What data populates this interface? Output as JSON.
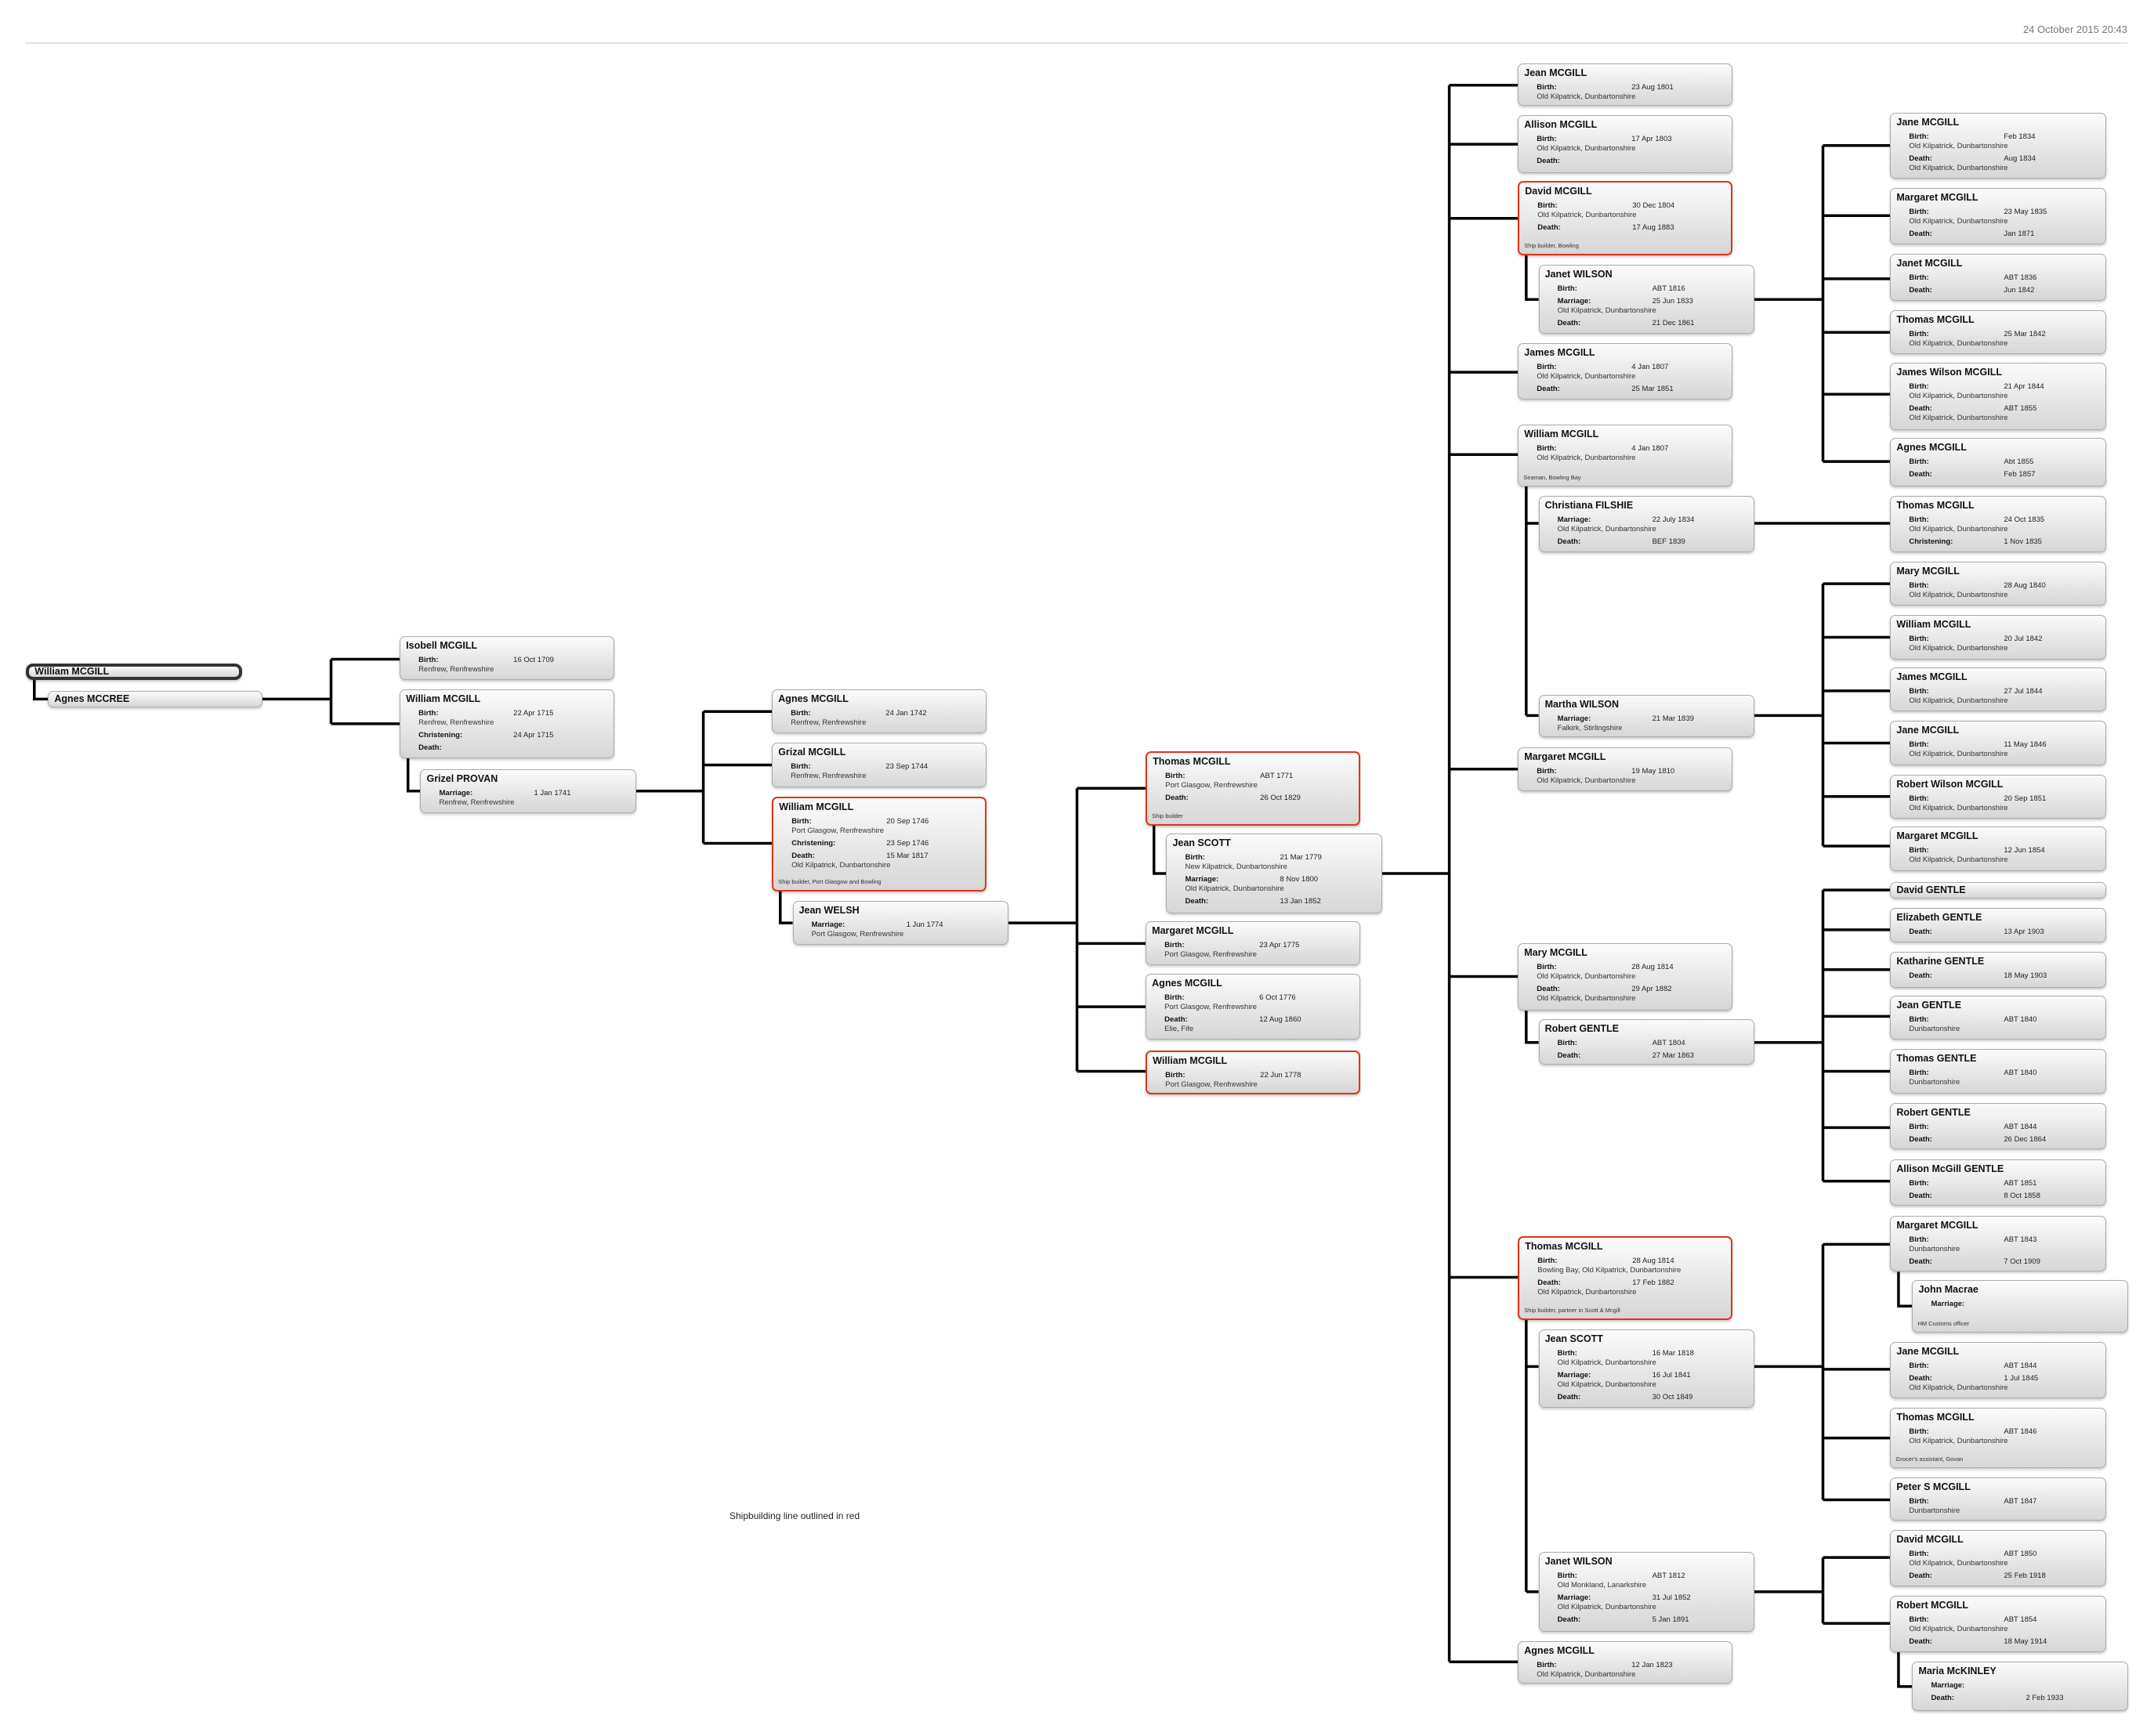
{
  "header": {
    "date": "24 October 2015 20:43"
  },
  "caption": "Shipbuilding line outlined in red",
  "colors": {
    "shipbuilding_outline": "#e0341c",
    "root_outline": "#333333",
    "connector": "#000000"
  },
  "people": [
    {
      "name": "William MCGILL",
      "root": true,
      "events": []
    },
    {
      "name": "Agnes MCCREE",
      "events": []
    },
    {
      "name": "Isobell MCGILL",
      "events": [
        {
          "label": "Birth:",
          "date": "16 Oct 1709",
          "place": "Renfrew, Renfrewshire"
        }
      ]
    },
    {
      "name": "William MCGILL",
      "events": [
        {
          "label": "Birth:",
          "date": "22 Apr 1715",
          "place": "Renfrew, Renfrewshire"
        },
        {
          "label": "Christening:",
          "date": "24 Apr 1715"
        },
        {
          "label": "Death:"
        }
      ]
    },
    {
      "name": "Grizel PROVAN",
      "events": [
        {
          "label": "Marriage:",
          "date": "1 Jan 1741",
          "place": "Renfrew, Renfrewshire"
        }
      ]
    },
    {
      "name": "Agnes MCGILL",
      "events": [
        {
          "label": "Birth:",
          "date": "24 Jan 1742",
          "place": "Renfrew, Renfrewshire"
        }
      ]
    },
    {
      "name": "Grizal MCGILL",
      "events": [
        {
          "label": "Birth:",
          "date": "23 Sep 1744",
          "place": "Renfrew, Renfrewshire"
        }
      ]
    },
    {
      "name": "William MCGILL",
      "shipbuilding": true,
      "events": [
        {
          "label": "Birth:",
          "date": "20 Sep 1746",
          "place": "Port Glasgow, Renfrewshire"
        },
        {
          "label": "Christening:",
          "date": "23 Sep 1746"
        },
        {
          "label": "Death:",
          "date": "15 Mar 1817",
          "place": "Old Kilpatrick, Dunbartonshire"
        }
      ],
      "note": "Ship builder, Port Glasgow and Bowling"
    },
    {
      "name": "Jean WELSH",
      "events": [
        {
          "label": "Marriage:",
          "date": "1 Jun 1774",
          "place": "Port Glasgow, Renfrewshire"
        }
      ]
    },
    {
      "name": "Thomas MCGILL",
      "shipbuilding": true,
      "events": [
        {
          "label": "Birth:",
          "date": "ABT 1771",
          "place": "Port Glasgow, Renfrewshire"
        },
        {
          "label": "Death:",
          "date": "26 Oct 1829"
        }
      ],
      "note": "Ship builder"
    },
    {
      "name": "Jean SCOTT",
      "events": [
        {
          "label": "Birth:",
          "date": "21 Mar 1779",
          "place": "New Kilpatrick, Dunbartonshire"
        },
        {
          "label": "Marriage:",
          "date": "8 Nov 1800",
          "place": "Old Kilpatrick, Dunbartonshire"
        },
        {
          "label": "Death:",
          "date": "13 Jan 1852"
        }
      ]
    },
    {
      "name": "Margaret MCGILL",
      "events": [
        {
          "label": "Birth:",
          "date": "23 Apr 1775",
          "place": "Port Glasgow, Renfrewshire"
        }
      ]
    },
    {
      "name": "Agnes MCGILL",
      "events": [
        {
          "label": "Birth:",
          "date": "6 Oct 1776",
          "place": "Port Glasgow, Renfrewshire"
        },
        {
          "label": "Death:",
          "date": "12 Aug 1860",
          "place": "Elie, Fife"
        }
      ]
    },
    {
      "name": "William MCGILL",
      "shipbuilding": true,
      "events": [
        {
          "label": "Birth:",
          "date": "22 Jun 1778",
          "place": "Port Glasgow, Renfrewshire"
        }
      ]
    },
    {
      "name": "Jean MCGILL",
      "events": [
        {
          "label": "Birth:",
          "date": "23 Aug 1801",
          "place": "Old Kilpatrick, Dunbartonshire"
        }
      ]
    },
    {
      "name": "Allison MCGILL",
      "events": [
        {
          "label": "Birth:",
          "date": "17 Apr 1803",
          "place": "Old Kilpatrick, Dunbartonshire"
        },
        {
          "label": "Death:"
        }
      ]
    },
    {
      "name": "David MCGILL",
      "shipbuilding": true,
      "events": [
        {
          "label": "Birth:",
          "date": "30 Dec 1804",
          "place": "Old Kilpatrick, Dunbartonshire"
        },
        {
          "label": "Death:",
          "date": "17 Aug 1883"
        }
      ],
      "note": "Ship builder, Bowling"
    },
    {
      "name": "Janet WILSON",
      "events": [
        {
          "label": "Birth:",
          "date": "ABT 1816"
        },
        {
          "label": "Marriage:",
          "date": "25 Jun 1833",
          "place": "Old Kilpatrick, Dunbartonshire"
        },
        {
          "label": "Death:",
          "date": "21 Dec 1861"
        }
      ]
    },
    {
      "name": "James MCGILL",
      "events": [
        {
          "label": "Birth:",
          "date": "4 Jan 1807",
          "place": "Old Kilpatrick, Dunbartonshire"
        },
        {
          "label": "Death:",
          "date": "25 Mar 1851"
        }
      ]
    },
    {
      "name": "William MCGILL",
      "events": [
        {
          "label": "Birth:",
          "date": "4 Jan 1807",
          "place": "Old Kilpatrick, Dunbartonshire"
        }
      ],
      "note": "Seaman, Bowling Bay"
    },
    {
      "name": "Christiana FILSHIE",
      "events": [
        {
          "label": "Marriage:",
          "date": "22 July 1834",
          "place": "Old Kilpatrick, Dunbartonshire"
        },
        {
          "label": "Death:",
          "date": "BEF 1839"
        }
      ]
    },
    {
      "name": "Martha WILSON",
      "events": [
        {
          "label": "Marriage:",
          "date": "21 Mar 1839",
          "place": "Falkirk, Stirlingshire"
        }
      ]
    },
    {
      "name": "Margaret MCGILL",
      "events": [
        {
          "label": "Birth:",
          "date": "19 May 1810",
          "place": "Old Kilpatrick, Dunbartonshire"
        }
      ]
    },
    {
      "name": "Mary MCGILL",
      "events": [
        {
          "label": "Birth:",
          "date": "28 Aug 1814",
          "place": "Old Kilpatrick, Dunbartonshire"
        },
        {
          "label": "Death:",
          "date": "29 Apr 1882",
          "place": "Old Kilpatrick, Dunbartonshire"
        }
      ]
    },
    {
      "name": "Robert GENTLE",
      "events": [
        {
          "label": "Birth:",
          "date": "ABT 1804"
        },
        {
          "label": "Death:",
          "date": "27 Mar 1863"
        }
      ]
    },
    {
      "name": "Thomas MCGILL",
      "shipbuilding": true,
      "events": [
        {
          "label": "Birth:",
          "date": "28 Aug 1814",
          "place": "Bowling Bay, Old Kilpatrick, Dunbartonshire"
        },
        {
          "label": "Death:",
          "date": "17 Feb 1882",
          "place": "Old Kilpatrick, Dunbartonshire"
        }
      ],
      "note": "Ship builder, partner in Scott & Mcgill"
    },
    {
      "name": "Jean SCOTT",
      "events": [
        {
          "label": "Birth:",
          "date": "16 Mar 1818",
          "place": "Old Kilpatrick, Dunbartonshire"
        },
        {
          "label": "Marriage:",
          "date": "16 Jul 1841",
          "place": "Old Kilpatrick, Dunbartonshire"
        },
        {
          "label": "Death:",
          "date": "30 Oct 1849"
        }
      ]
    },
    {
      "name": "Janet WILSON",
      "events": [
        {
          "label": "Birth:",
          "date": "ABT 1812",
          "place": "Old Monkland, Lanarkshire"
        },
        {
          "label": "Marriage:",
          "date": "31 Jul 1852",
          "place": "Old Kilpatrick, Dunbartonshire"
        },
        {
          "label": "Death:",
          "date": "5 Jan 1891"
        }
      ]
    },
    {
      "name": "Agnes MCGILL",
      "events": [
        {
          "label": "Birth:",
          "date": "12 Jan 1823",
          "place": "Old Kilpatrick, Dunbartonshire"
        }
      ]
    },
    {
      "name": "Jane MCGILL",
      "events": [
        {
          "label": "Birth:",
          "date": "Feb 1834",
          "place": "Old Kilpatrick, Dunbartonshire"
        },
        {
          "label": "Death:",
          "date": "Aug 1834",
          "place": "Old Kilpatrick, Dunbartonshire"
        }
      ]
    },
    {
      "name": "Margaret MCGILL",
      "events": [
        {
          "label": "Birth:",
          "date": "23 May 1835",
          "place": "Old Kilpatrick, Dunbartonshire"
        },
        {
          "label": "Death:",
          "date": "Jan 1871"
        }
      ]
    },
    {
      "name": "Janet  MCGILL",
      "events": [
        {
          "label": "Birth:",
          "date": "ABT 1836"
        },
        {
          "label": "Death:",
          "date": "Jun 1842"
        }
      ]
    },
    {
      "name": "Thomas MCGILL",
      "events": [
        {
          "label": "Birth:",
          "date": "25 Mar 1842",
          "place": "Old Kilpatrick, Dunbartonshire"
        }
      ]
    },
    {
      "name": "James Wilson MCGILL",
      "events": [
        {
          "label": "Birth:",
          "date": "21 Apr 1844",
          "place": "Old Kilpatrick, Dunbartonshire"
        },
        {
          "label": "Death:",
          "date": "ABT 1855",
          "place": "Old Kilpatrick, Dunbartonshire"
        }
      ]
    },
    {
      "name": "Agnes MCGILL",
      "events": [
        {
          "label": "Birth:",
          "date": "Abt 1855"
        },
        {
          "label": "Death:",
          "date": "Feb 1857"
        }
      ]
    },
    {
      "name": "Thomas MCGILL",
      "events": [
        {
          "label": "Birth:",
          "date": "24 Oct 1835",
          "place": "Old Kilpatrick, Dunbartonshire"
        },
        {
          "label": "Christening:",
          "date": "1 Nov 1835"
        }
      ]
    },
    {
      "name": "Mary  MCGILL",
      "events": [
        {
          "label": "Birth:",
          "date": "28 Aug 1840",
          "place": "Old Kilpatrick, Dunbartonshire"
        }
      ]
    },
    {
      "name": "William MCGILL",
      "events": [
        {
          "label": "Birth:",
          "date": "20 Jul 1842",
          "place": "Old Kilpatrick, Dunbartonshire"
        }
      ]
    },
    {
      "name": "James MCGILL",
      "events": [
        {
          "label": "Birth:",
          "date": "27 Jul 1844",
          "place": "Old Kilpatrick, Dunbartonshire"
        }
      ]
    },
    {
      "name": "Jane MCGILL",
      "events": [
        {
          "label": "Birth:",
          "date": "11 May 1846",
          "place": "Old Kilpatrick, Dunbartonshire"
        }
      ]
    },
    {
      "name": "Robert Wilson MCGILL",
      "events": [
        {
          "label": "Birth:",
          "date": "20 Sep 1851",
          "place": "Old Kilpatrick, Dunbartonshire"
        }
      ]
    },
    {
      "name": "Margaret MCGILL",
      "events": [
        {
          "label": "Birth:",
          "date": "12 Jun 1854",
          "place": "Old Kilpatrick, Dunbartonshire"
        }
      ]
    },
    {
      "name": "David GENTLE",
      "events": []
    },
    {
      "name": "Elizabeth GENTLE",
      "events": [
        {
          "label": "Death:",
          "date": "13 Apr 1903"
        }
      ]
    },
    {
      "name": "Katharine GENTLE",
      "events": [
        {
          "label": "Death:",
          "date": "18 May 1903"
        }
      ]
    },
    {
      "name": "Jean GENTLE",
      "events": [
        {
          "label": "Birth:",
          "date": "ABT 1840",
          "place": "Dunbartonshire"
        }
      ]
    },
    {
      "name": "Thomas GENTLE",
      "events": [
        {
          "label": "Birth:",
          "date": "ABT 1840",
          "place": "Dunbartonshire"
        }
      ]
    },
    {
      "name": "Robert GENTLE",
      "events": [
        {
          "label": "Birth:",
          "date": "ABT 1844"
        },
        {
          "label": "Death:",
          "date": "26 Dec 1864"
        }
      ]
    },
    {
      "name": "Allison McGill GENTLE",
      "events": [
        {
          "label": "Birth:",
          "date": "ABT 1851"
        },
        {
          "label": "Death:",
          "date": "8 Oct 1858"
        }
      ]
    },
    {
      "name": "Margaret MCGILL",
      "events": [
        {
          "label": "Birth:",
          "date": "ABT 1843",
          "place": "Dunbartonshire"
        },
        {
          "label": "Death:",
          "date": "7 Oct 1909"
        }
      ]
    },
    {
      "name": "John Macrae",
      "events": [
        {
          "label": "Marriage:"
        }
      ],
      "note": "HM Customs officer"
    },
    {
      "name": "Jane MCGILL",
      "events": [
        {
          "label": "Birth:",
          "date": "ABT 1844"
        },
        {
          "label": "Death:",
          "date": "1 Jul 1845",
          "place": "Old Kilpatrick, Dunbartonshire"
        }
      ]
    },
    {
      "name": "Thomas MCGILL",
      "events": [
        {
          "label": "Birth:",
          "date": "ABT 1846",
          "place": "Old Kilpatrick, Dunbartonshire"
        }
      ],
      "note": "Grocer's assistant, Govan"
    },
    {
      "name": "Peter S MCGILL",
      "events": [
        {
          "label": "Birth:",
          "date": "ABT 1847",
          "place": "Dunbartonshire"
        }
      ]
    },
    {
      "name": "David MCGILL",
      "events": [
        {
          "label": "Birth:",
          "date": "ABT 1850",
          "place": "Old Kilpatrick, Dunbartonshire"
        },
        {
          "label": "Death:",
          "date": "25 Feb 1918"
        }
      ]
    },
    {
      "name": "Robert MCGILL",
      "events": [
        {
          "label": "Birth:",
          "date": "ABT 1854",
          "place": "Old Kilpatrick, Dunbartonshire"
        },
        {
          "label": "Death:",
          "date": "18 May 1914"
        }
      ]
    },
    {
      "name": "Maria McKINLEY",
      "events": [
        {
          "label": "Marriage:"
        },
        {
          "label": "Death:",
          "date": "2 Feb 1933"
        }
      ]
    }
  ]
}
